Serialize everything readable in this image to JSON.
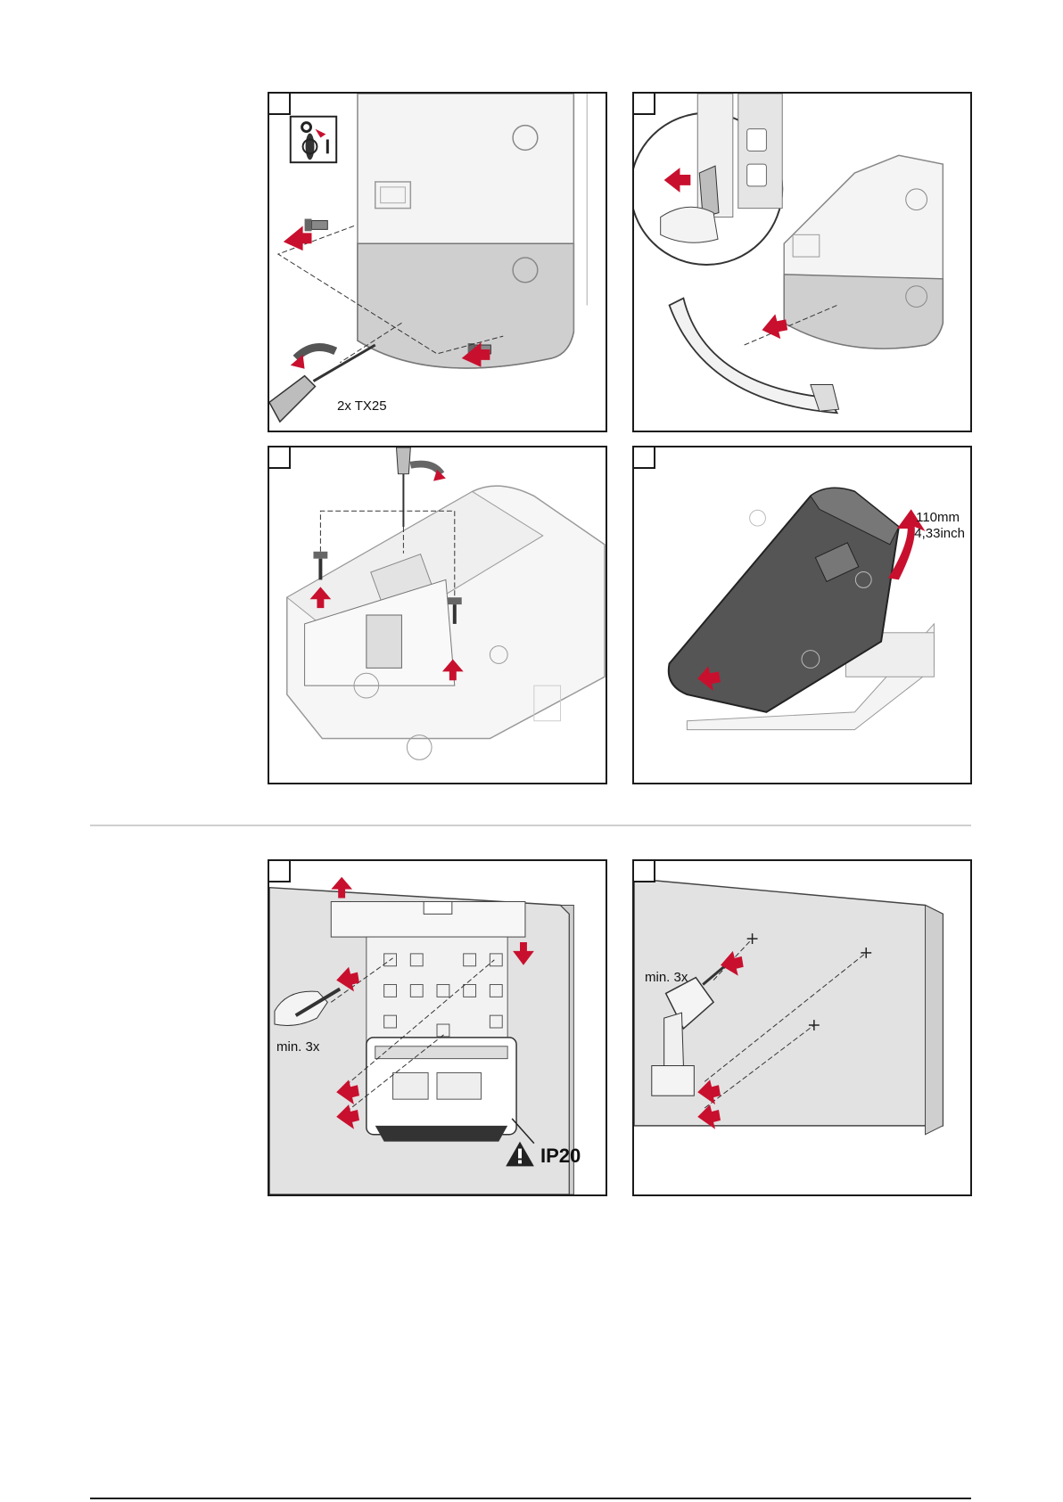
{
  "panels": {
    "p1": {
      "step": "",
      "label_tool": "2x TX25"
    },
    "p2": {
      "step": ""
    },
    "p3": {
      "step": ""
    },
    "p4": {
      "step": "",
      "label_dim_mm": "110mm",
      "label_dim_inch": "4,33inch"
    },
    "p5": {
      "step": "",
      "label_marks": "min. 3x",
      "label_ip": "IP20"
    },
    "p6": {
      "step": "",
      "label_drill": "min. 3x"
    }
  },
  "arrows": {
    "n1": "1",
    "n2": "2",
    "n3": "3"
  },
  "colors": {
    "accent_red": "#c8102e",
    "wall_gray": "#e3e3e3",
    "device_gray": "#c9c9c9",
    "line": "#222222"
  }
}
